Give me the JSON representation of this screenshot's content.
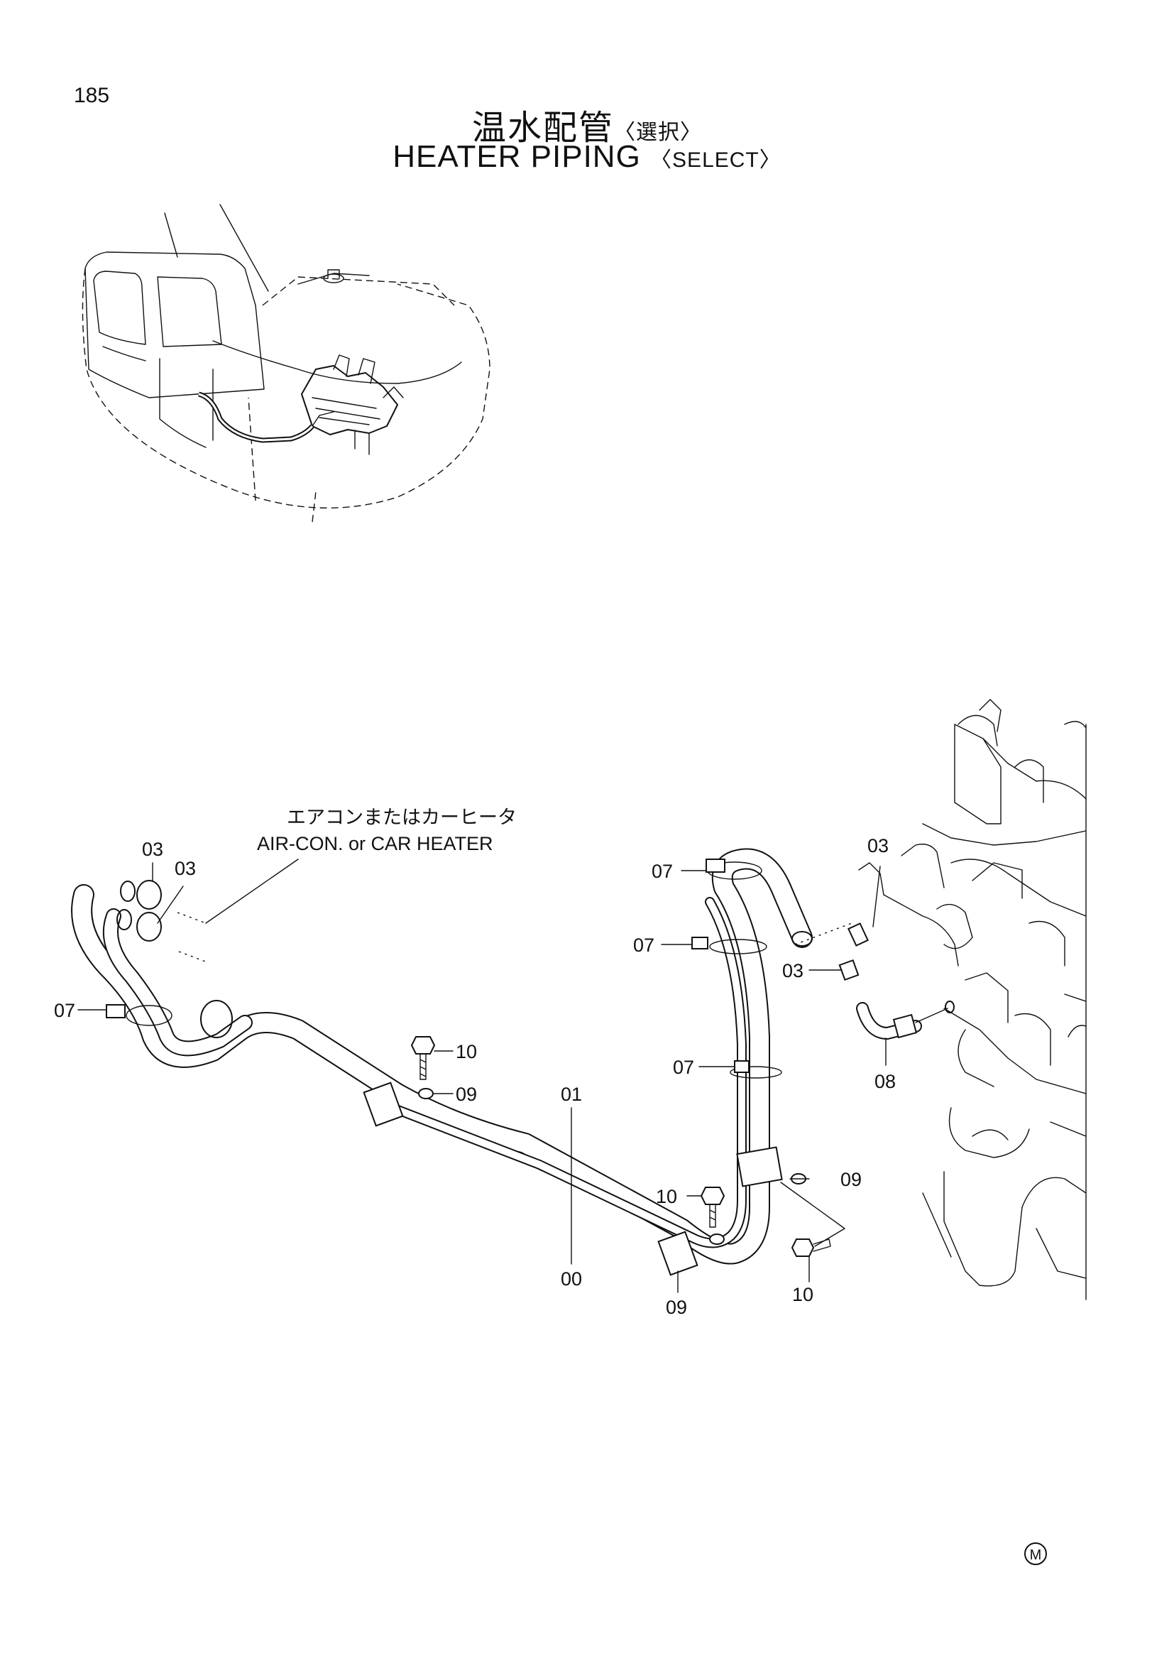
{
  "header": {
    "page_number": "185",
    "title_jp": "温水配管",
    "title_jp_sub": "〈選択〉",
    "title_en": "HEATER PIPING",
    "title_en_sub": "〈SELECT〉"
  },
  "callout_note": {
    "line_jp": "エアコンまたはカーヒータ",
    "line_en": "AIR-CON. or CAR HEATER"
  },
  "part_labels": [
    {
      "id": "lbl-03-a",
      "text": "03"
    },
    {
      "id": "lbl-03-b",
      "text": "03"
    },
    {
      "id": "lbl-07-a",
      "text": "07"
    },
    {
      "id": "lbl-10-a",
      "text": "10"
    },
    {
      "id": "lbl-09-a",
      "text": "09"
    },
    {
      "id": "lbl-01",
      "text": "01"
    },
    {
      "id": "lbl-00",
      "text": "00"
    },
    {
      "id": "lbl-10-b",
      "text": "10"
    },
    {
      "id": "lbl-09-b",
      "text": "09"
    },
    {
      "id": "lbl-07-b",
      "text": "07"
    },
    {
      "id": "lbl-07-c",
      "text": "07"
    },
    {
      "id": "lbl-07-d",
      "text": "07"
    },
    {
      "id": "lbl-09-c",
      "text": "09"
    },
    {
      "id": "lbl-10-c",
      "text": "10"
    },
    {
      "id": "lbl-03-c",
      "text": "03"
    },
    {
      "id": "lbl-03-d",
      "text": "03"
    },
    {
      "id": "lbl-08",
      "text": "08"
    }
  ],
  "footer": {
    "mark": "M"
  }
}
